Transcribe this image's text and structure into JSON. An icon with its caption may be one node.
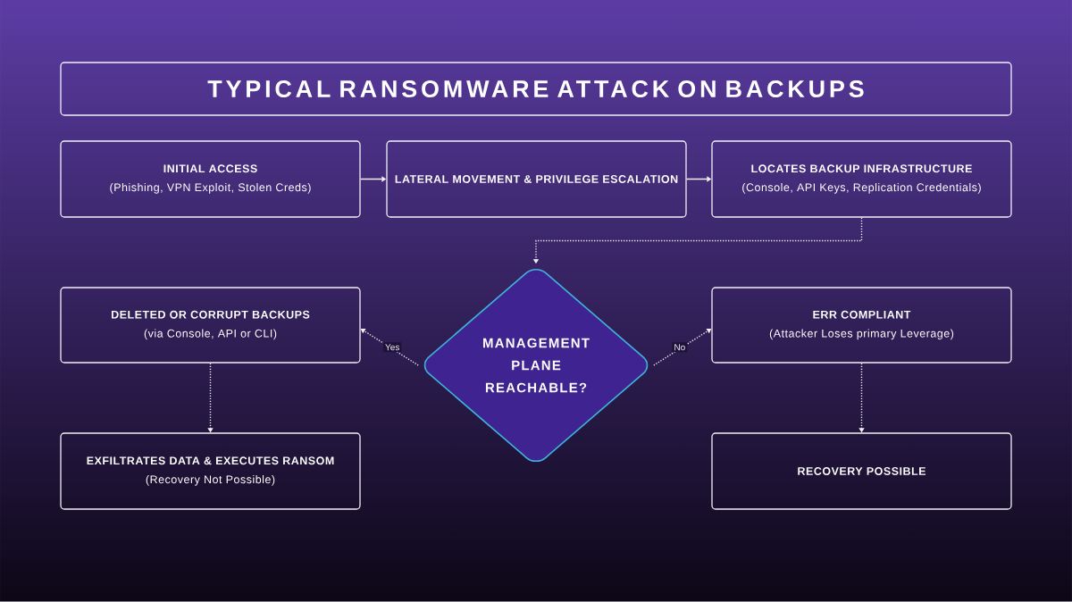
{
  "diagram": {
    "nodes": [
      {
        "text": [
          "TYPICAL RANSOMWARE ATTACK ON BACKUPS"
        ]
      },
      {
        "text": [
          "INITIAL ACCESS",
          "(Phishing, VPN Exploit, Stolen Creds)"
        ]
      },
      {
        "text": [
          "LATERAL MOVEMENT & PRIVILEGE ESCALATION"
        ]
      },
      {
        "text": [
          "LOCATES BACKUP INFRASTRUCTURE",
          "(Console, API Keys, Replication Credentials)"
        ]
      },
      {
        "text": [
          "DELETED OR CORRUPT BACKUPS",
          "(via Console, API or CLI)"
        ]
      },
      {
        "text": [
          "MANAGEMENT PLANE REACHABLE?"
        ]
      },
      {
        "text": [
          "ERR COMPLIANT",
          "(Attacker Loses primary Leverage)"
        ]
      },
      {
        "text": [
          "EXFILTRATES DATA & EXECUTES RANSOM",
          "(Recovery Not Possible)"
        ]
      },
      {
        "text": [
          "RECOVERY POSSIBLE"
        ]
      }
    ],
    "edges": [
      {
        "from": 1,
        "to": 2,
        "arrow": "to"
      },
      {
        "from": 2,
        "to": 3,
        "arrow": "to"
      },
      {
        "from": 3,
        "to": 5,
        "arrow": "to",
        "style": "dashed"
      },
      {
        "from": 5,
        "to": 4,
        "arrow": "to",
        "style": "dashed",
        "label": "Yes"
      },
      {
        "from": 5,
        "to": 6,
        "arrow": "to",
        "style": "dashed",
        "label": "No"
      },
      {
        "from": 4,
        "to": 7,
        "arrow": "to",
        "style": "dashed"
      },
      {
        "from": 6,
        "to": 8,
        "arrow": "to",
        "style": "dashed"
      }
    ]
  }
}
